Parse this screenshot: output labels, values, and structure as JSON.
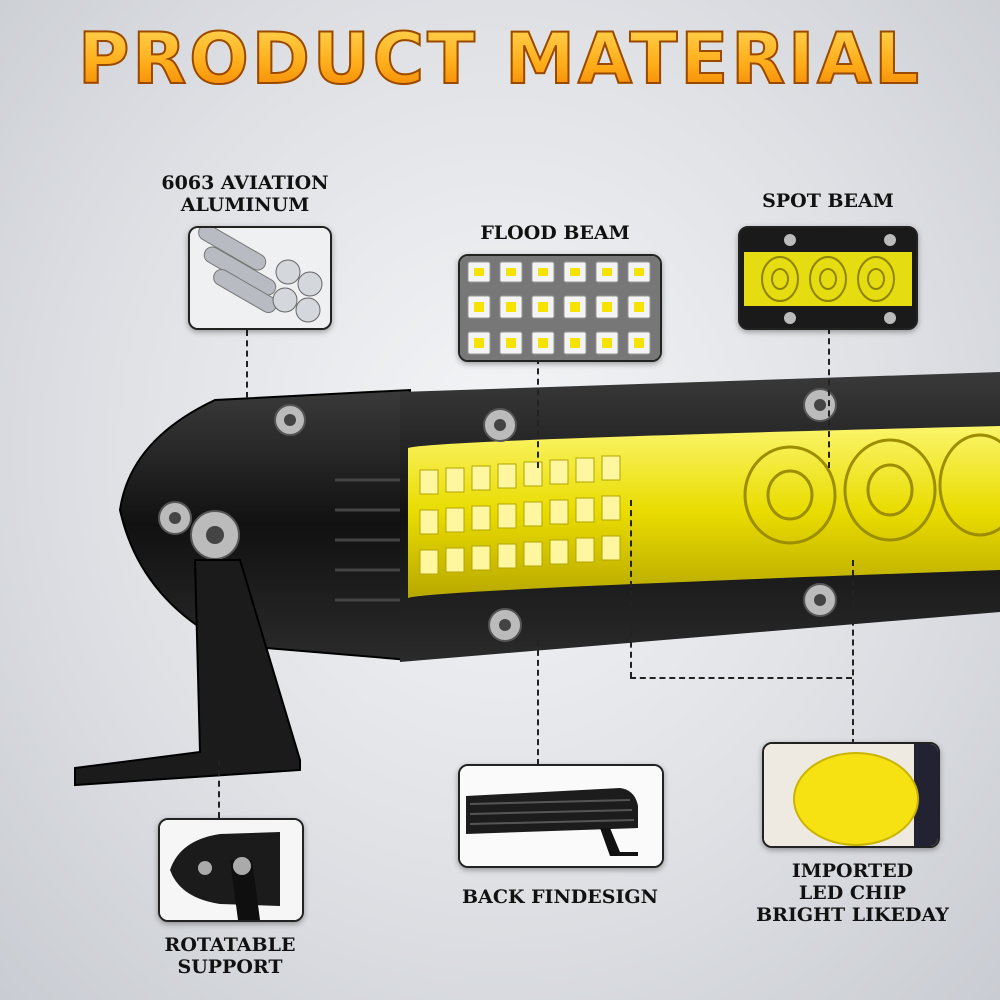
{
  "title": "PRODUCT MATERIAL",
  "labels": {
    "aluminum_line1": "6063 AVIATION",
    "aluminum_line2": "ALUMINUM",
    "flood_beam": "FLOOD BEAM",
    "spot_beam": "SPOT BEAM",
    "back_fin": "BACK FINDESIGN",
    "chip_line1": "IMPORTED",
    "chip_line2": "LED CHIP",
    "chip_line3": "BRIGHT LIKEDAY",
    "support_line1": "ROTATABLE",
    "support_line2": "SUPPORT"
  },
  "colors": {
    "title_gold": "#ffae1a",
    "led_yellow": "#f6ee1c",
    "housing_black": "#1a1a1a"
  },
  "icons": [
    "aluminum-rods-icon",
    "flood-beam-chips-icon",
    "spot-beam-lens-icon",
    "back-fin-bar-icon",
    "led-chip-icon",
    "rotatable-bracket-icon"
  ]
}
